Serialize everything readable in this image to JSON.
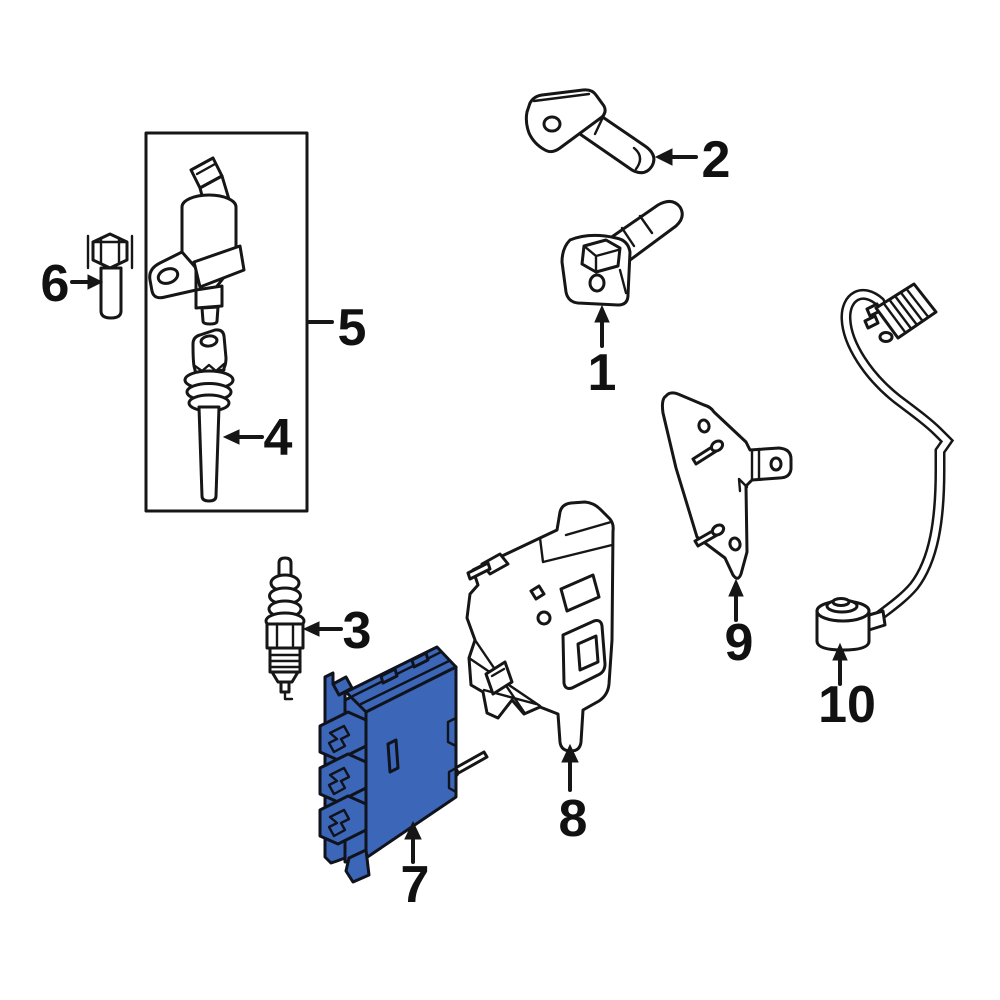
{
  "diagram": {
    "background_color": "#ffffff",
    "line_color": "#161616",
    "highlight_color": "#3c67b8",
    "parts": [
      {
        "label": "1",
        "name": "crankshaft-position-sensor",
        "highlighted": false
      },
      {
        "label": "2",
        "name": "camshaft-position-sensor",
        "highlighted": false
      },
      {
        "label": "3",
        "name": "spark-plug",
        "highlighted": false
      },
      {
        "label": "4",
        "name": "ignition-coil-boot",
        "highlighted": false
      },
      {
        "label": "5",
        "name": "ignition-coil-assembly-box",
        "highlighted": false
      },
      {
        "label": "6",
        "name": "coil-mounting-bolt",
        "highlighted": false
      },
      {
        "label": "7",
        "name": "engine-control-module",
        "highlighted": true
      },
      {
        "label": "8",
        "name": "module-mounting-bracket",
        "highlighted": false
      },
      {
        "label": "9",
        "name": "sensor-mounting-bracket",
        "highlighted": false
      },
      {
        "label": "10",
        "name": "knock-sensor-with-harness",
        "highlighted": false
      }
    ]
  }
}
